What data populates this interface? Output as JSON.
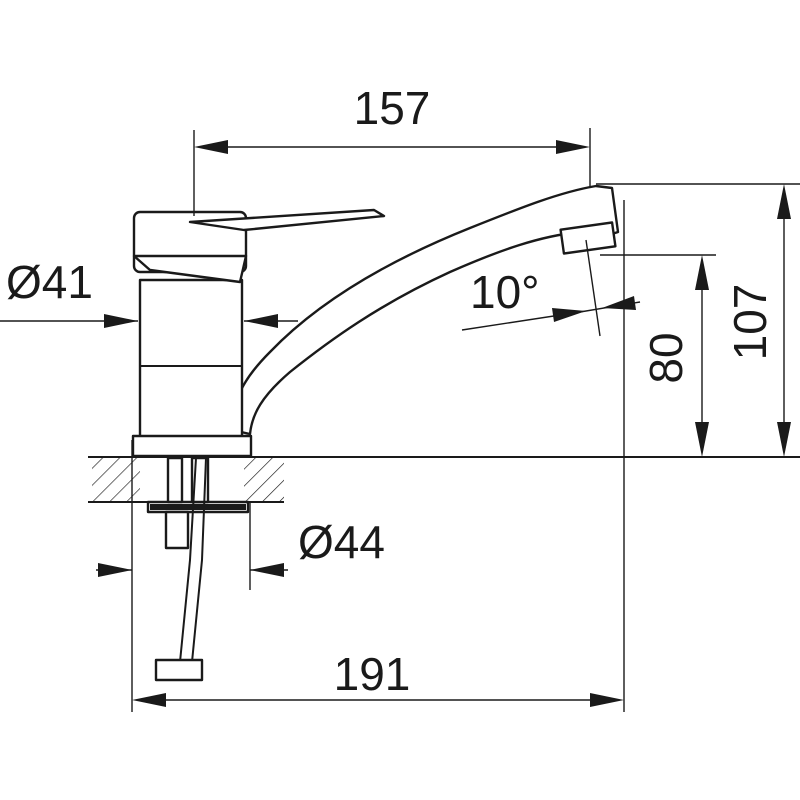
{
  "dimensions": {
    "spout_reach": "157",
    "body_diameter": "Ø41",
    "spout_angle": "10°",
    "spout_height": "80",
    "total_height": "107",
    "base_diameter": "Ø44",
    "total_length": "191"
  }
}
